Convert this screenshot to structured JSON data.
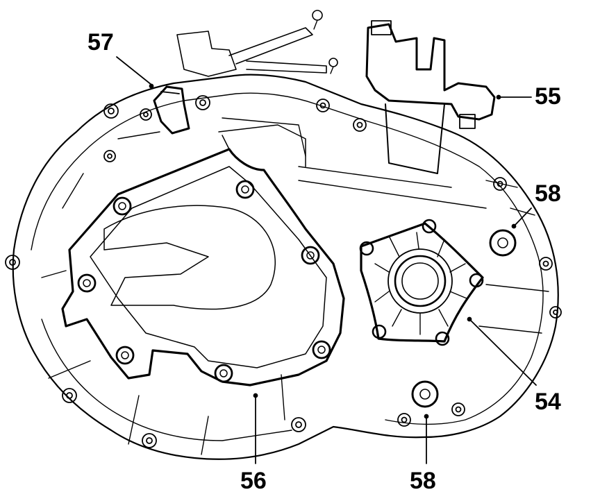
{
  "diagram": {
    "callouts": [
      {
        "id": "c57",
        "label": "57"
      },
      {
        "id": "c55",
        "label": "55"
      },
      {
        "id": "c58a",
        "label": "58"
      },
      {
        "id": "c54",
        "label": "54"
      },
      {
        "id": "c56",
        "label": "56"
      },
      {
        "id": "c58b",
        "label": "58"
      }
    ],
    "colors": {
      "line": "#000000",
      "background": "#ffffff"
    }
  }
}
